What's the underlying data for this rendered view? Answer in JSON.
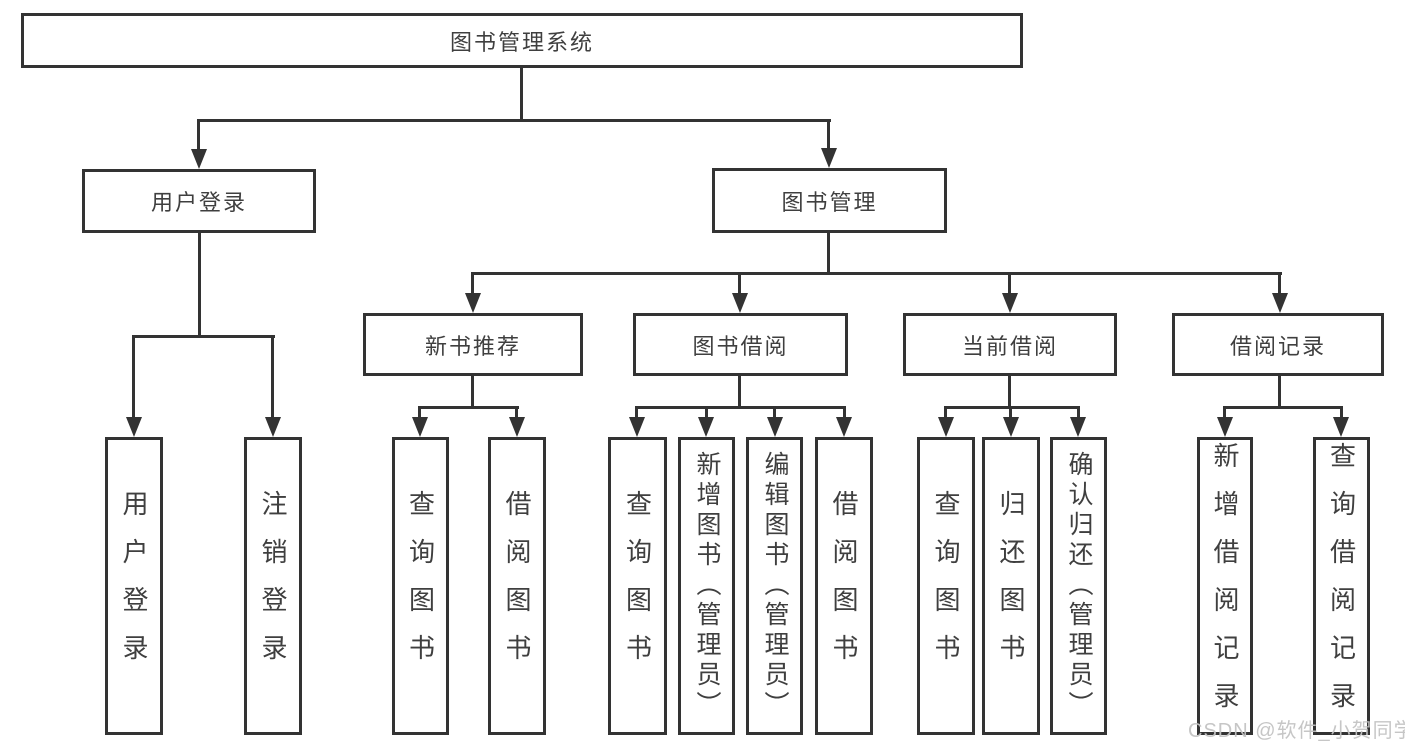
{
  "tree": {
    "root": {
      "label": "图书管理系统"
    },
    "branches": [
      {
        "label": "用户登录",
        "children": [
          {
            "label": "用户登录"
          },
          {
            "label": "注销登录"
          }
        ]
      },
      {
        "label": "图书管理",
        "children": [
          {
            "label": "新书推荐",
            "children": [
              {
                "label": "查询图书"
              },
              {
                "label": "借阅图书"
              }
            ]
          },
          {
            "label": "图书借阅",
            "children": [
              {
                "label": "查询图书"
              },
              {
                "label": "新增图书（管理员）"
              },
              {
                "label": "编辑图书（管理员）"
              },
              {
                "label": "借阅图书"
              }
            ]
          },
          {
            "label": "当前借阅",
            "children": [
              {
                "label": "查询图书"
              },
              {
                "label": "归还图书"
              },
              {
                "label": "确认归还（管理员）"
              }
            ]
          },
          {
            "label": "借阅记录",
            "children": [
              {
                "label": "新增借阅记录"
              },
              {
                "label": "查询借阅记录"
              }
            ]
          }
        ]
      }
    ]
  },
  "watermark": {
    "text": "CSDN @软件_小贺同学"
  },
  "colors": {
    "line": "#333333",
    "text": "#3f3f3f",
    "watermark": "#c3c3c3",
    "background": "#ffffff"
  }
}
